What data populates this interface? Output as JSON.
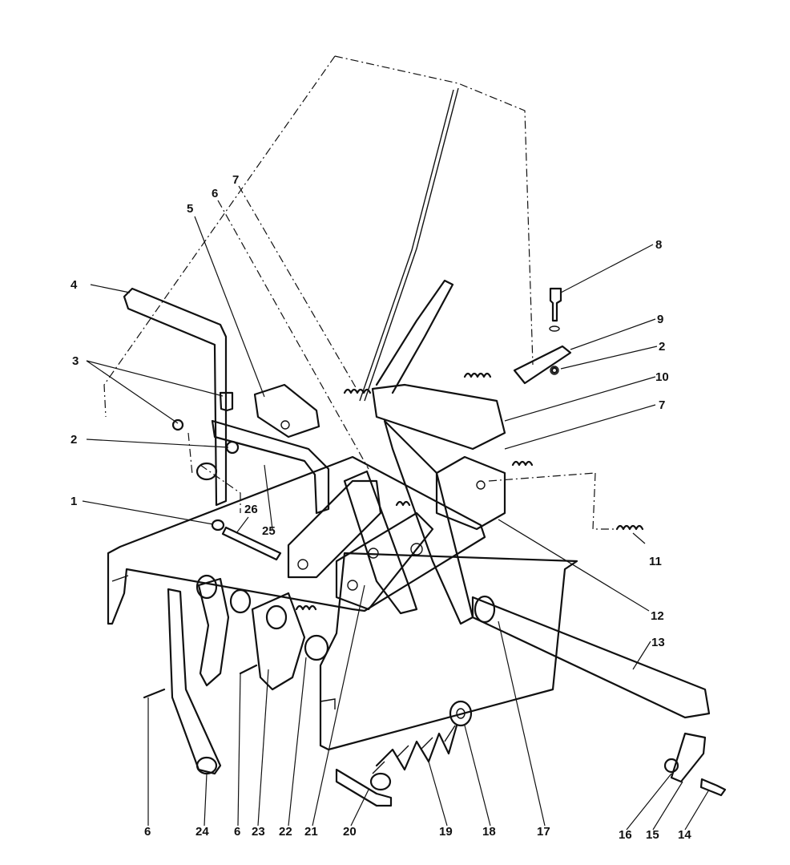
{
  "callouts": {
    "c1": "1",
    "c2a": "2",
    "c2b": "2",
    "c3": "3",
    "c4": "4",
    "c5": "5",
    "c6a": "6",
    "c6b": "6",
    "c6c": "6",
    "c7a": "7",
    "c7b": "7",
    "c8": "8",
    "c9": "9",
    "c10": "10",
    "c11": "11",
    "c12": "12",
    "c13": "13",
    "c14": "14",
    "c15": "15",
    "c16": "16",
    "c17": "17",
    "c18": "18",
    "c19": "19",
    "c20": "20",
    "c21": "21",
    "c22": "22",
    "c23": "23",
    "c24": "24",
    "c25": "25",
    "c26": "26"
  }
}
